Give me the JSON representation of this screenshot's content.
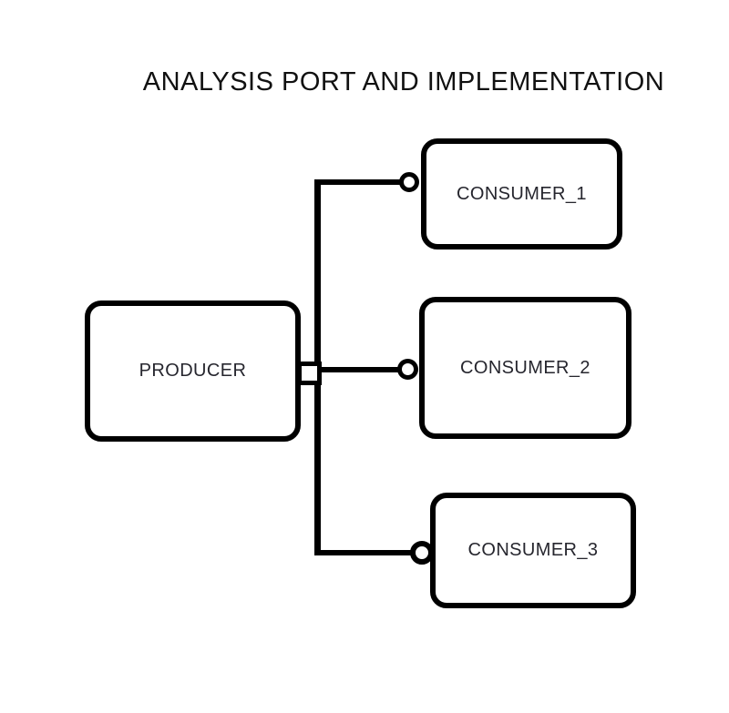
{
  "diagram": {
    "title": "ANALYSIS PORT AND IMPLEMENTATION",
    "producer": {
      "label": "PRODUCER"
    },
    "consumers": [
      {
        "label": "CONSUMER_1"
      },
      {
        "label": "CONSUMER_2"
      },
      {
        "label": "CONSUMER_3"
      }
    ],
    "connectors": {
      "port_icon": "square-analysis-port-icon",
      "terminal_icon": "circle-analysis-imp-icon"
    },
    "colors": {
      "background": "#ffffff",
      "line": "#000000",
      "title_text": "#111111",
      "label_text": "#26262e"
    }
  }
}
